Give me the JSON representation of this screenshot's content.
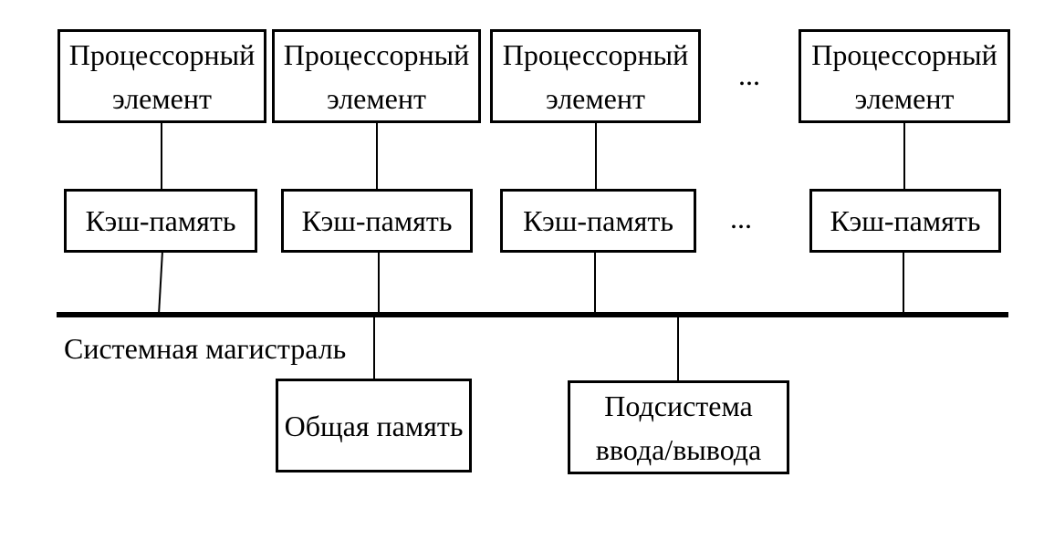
{
  "colors": {
    "background": "#ffffff",
    "line": "#000000",
    "text": "#000000"
  },
  "nodes": {
    "processors": [
      {
        "label": "Процессорный элемент"
      },
      {
        "label": "Процессорный элемент"
      },
      {
        "label": "Процессорный элемент"
      },
      {
        "label": "Процессорный элемент"
      }
    ],
    "caches": [
      {
        "label": "Кэш-память"
      },
      {
        "label": "Кэш-память"
      },
      {
        "label": "Кэш-память"
      },
      {
        "label": "Кэш-память"
      }
    ],
    "shared_memory": {
      "label": "Общая память"
    },
    "io_subsystem": {
      "label": "Подсистема ввода/вывода"
    }
  },
  "bus": {
    "label": "Системная магистраль"
  },
  "ellipsis": {
    "top_row": "...",
    "cache_row": "..."
  }
}
